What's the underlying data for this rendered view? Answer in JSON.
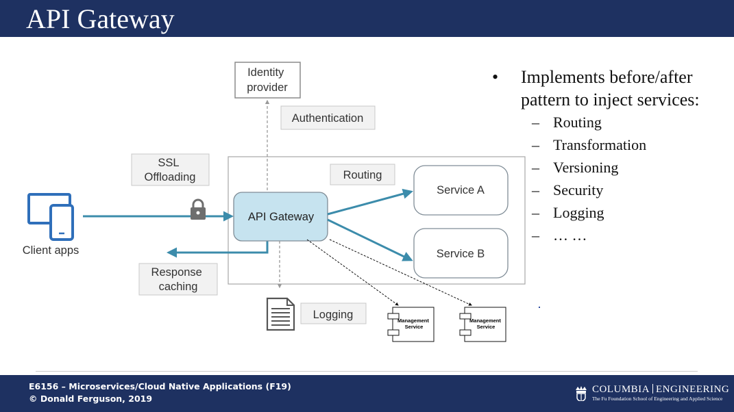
{
  "slide": {
    "title": "API Gateway"
  },
  "diagram": {
    "identity_provider": [
      "Identity",
      "provider"
    ],
    "authentication": "Authentication",
    "ssl_offloading": [
      "SSL",
      "Offloading"
    ],
    "routing": "Routing",
    "api_gateway": "API Gateway",
    "service_a": "Service A",
    "service_b": "Service B",
    "client_apps": "Client apps",
    "response_caching": [
      "Response",
      "caching"
    ],
    "logging": "Logging",
    "management_service_1": [
      "Management",
      "Service"
    ],
    "management_service_2": [
      "Management",
      "Service"
    ]
  },
  "bullets": {
    "main": "Implements before/after pattern to inject services:",
    "items": [
      "Routing",
      "Transformation",
      "Versioning",
      "Security",
      "Logging",
      "… …"
    ]
  },
  "footer": {
    "line1": "E6156 – Microservices/Cloud Native Applications (F19)",
    "line2": "© Donald Ferguson, 2019"
  },
  "logo": {
    "main_left": "COLUMBIA",
    "main_right": "ENGINEERING",
    "sub": "The Fu Foundation School of Engineering and Applied Science"
  },
  "colors": {
    "header": "#1e3161",
    "arrow": "#3c8cab",
    "gateway_fill": "#c6e3ef",
    "label_fill": "#f2f2f2",
    "client_icon": "#2f6fba"
  }
}
